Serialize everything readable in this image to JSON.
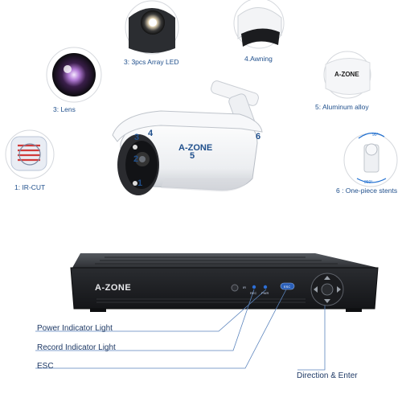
{
  "brand": {
    "logo_text": "A-ZONE"
  },
  "camera_features": [
    {
      "id": "lens",
      "label": "3: Lens"
    },
    {
      "id": "led",
      "label": "3: 3pcs Array LED"
    },
    {
      "id": "awning",
      "label": "4.Awning"
    },
    {
      "id": "alloy",
      "label": "5: Aluminum alloy"
    },
    {
      "id": "ircut",
      "label": "1: IR-CUT"
    },
    {
      "id": "stents",
      "label": "6 : One-piece stents"
    }
  ],
  "camera_markers": [
    "3",
    "4",
    "2",
    "5",
    "6",
    "1"
  ],
  "stent_angles": {
    "top": "90°",
    "bottom": "360°"
  },
  "dvr_indicators": {
    "ir": "IR",
    "rec": "REC",
    "pwr": "PWR",
    "esc": "ESC"
  },
  "dvr_callouts": [
    {
      "id": "power",
      "label": "Power Indicator Light"
    },
    {
      "id": "record",
      "label": "Record Indicator Light"
    },
    {
      "id": "esc",
      "label": "ESC"
    },
    {
      "id": "direction",
      "label": "Direction & Enter"
    }
  ],
  "colors": {
    "accent_blue": "#1f4f8c",
    "line_blue": "#5b84bd",
    "dvr_body": "#3a3d42",
    "dvr_face": "#202226"
  }
}
